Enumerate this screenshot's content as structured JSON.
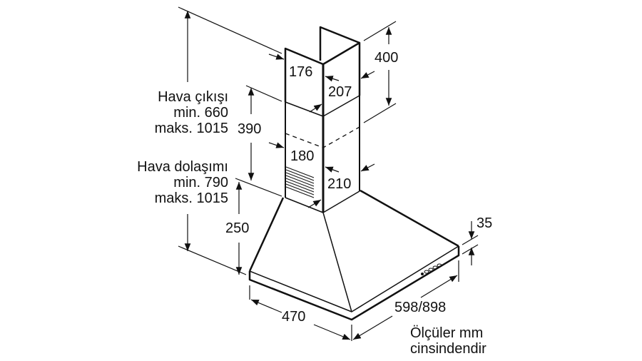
{
  "dimensions": {
    "air_outlet": {
      "title": "Hava çıkışı",
      "min": "min. 660",
      "max": "maks. 1015"
    },
    "recirculation": {
      "title": "Hava dolaşımı",
      "min": "min. 790",
      "max": "maks. 1015"
    },
    "d176": "176",
    "d207": "207",
    "d400": "400",
    "d390": "390",
    "d180": "180",
    "d210": "210",
    "d250": "250",
    "d35": "35",
    "d470": "470",
    "d598_898": "598/898"
  },
  "note": {
    "line1": "Ölçüler mm",
    "line2": "cinsindendir"
  },
  "colors": {
    "line": "#111111",
    "background": "#ffffff"
  }
}
